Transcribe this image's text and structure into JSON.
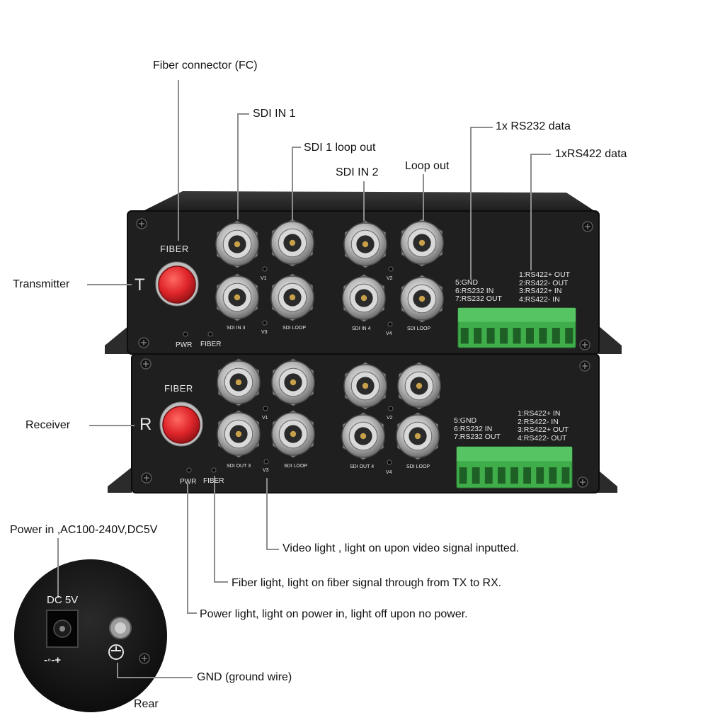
{
  "callouts": {
    "fiber_connector": "Fiber connector (FC)",
    "sdi_in_1": "SDI IN 1",
    "sdi_1_loop_out": "SDI 1 loop out",
    "sdi_in_2": "SDI IN 2",
    "loop_out": "Loop out",
    "rs232": "1x RS232 data",
    "rs422": "1xRS422 data",
    "transmitter": "Transmitter",
    "receiver": "Receiver",
    "power_in": "Power in ,AC100-240V,DC5V",
    "video_light": "Video light , light on upon video signal inputted.",
    "fiber_light": "Fiber light, light on fiber signal through from TX to RX.",
    "power_light": "Power light, light on power in, light off upon no power.",
    "gnd": "GND (ground wire)",
    "rear": "Rear"
  },
  "transmitter": {
    "fiber": "FIBER",
    "letter": "T",
    "v1": "V1",
    "v2": "V2",
    "v3": "V3",
    "v4": "V4",
    "sdi_in_3": "SDI IN 3",
    "sdi_in_4": "SDI IN 4",
    "sdi_loop": "SDI LOOP",
    "pwr": "PWR",
    "fiber_led": "FIBER",
    "pins_left": [
      "5:GND",
      "6:RS232 IN",
      "7:RS232 OUT"
    ],
    "pins_right": [
      "1:RS422+ OUT",
      "2:RS422-  OUT",
      "3:RS422+ IN",
      "4:RS422-  IN"
    ]
  },
  "receiver": {
    "fiber": "FIBER",
    "letter": "R",
    "v1": "V1",
    "v2": "V2",
    "v3": "V3",
    "v4": "V4",
    "sdi_out_3": "SDI OUT 3",
    "sdi_out_4": "SDI OUT 4",
    "sdi_loop": "SDI LOOP",
    "pwr": "PWR",
    "fiber_led": "FIBER",
    "pins_left": [
      "5:GND",
      "6:RS232 IN",
      "7:RS232 OUT"
    ],
    "pins_right": [
      "1:RS422+ IN",
      "2:RS422-  IN",
      "3:RS422+ OUT",
      "4:RS422-  OUT"
    ]
  },
  "rear": {
    "dc": "DC 5V",
    "polarity": "-◦-+"
  },
  "colors": {
    "panel": "#1f1f1f",
    "fiber_cap": "#e0262b",
    "terminal": "#3fae4a",
    "callout_line": "#8c8c8c"
  }
}
